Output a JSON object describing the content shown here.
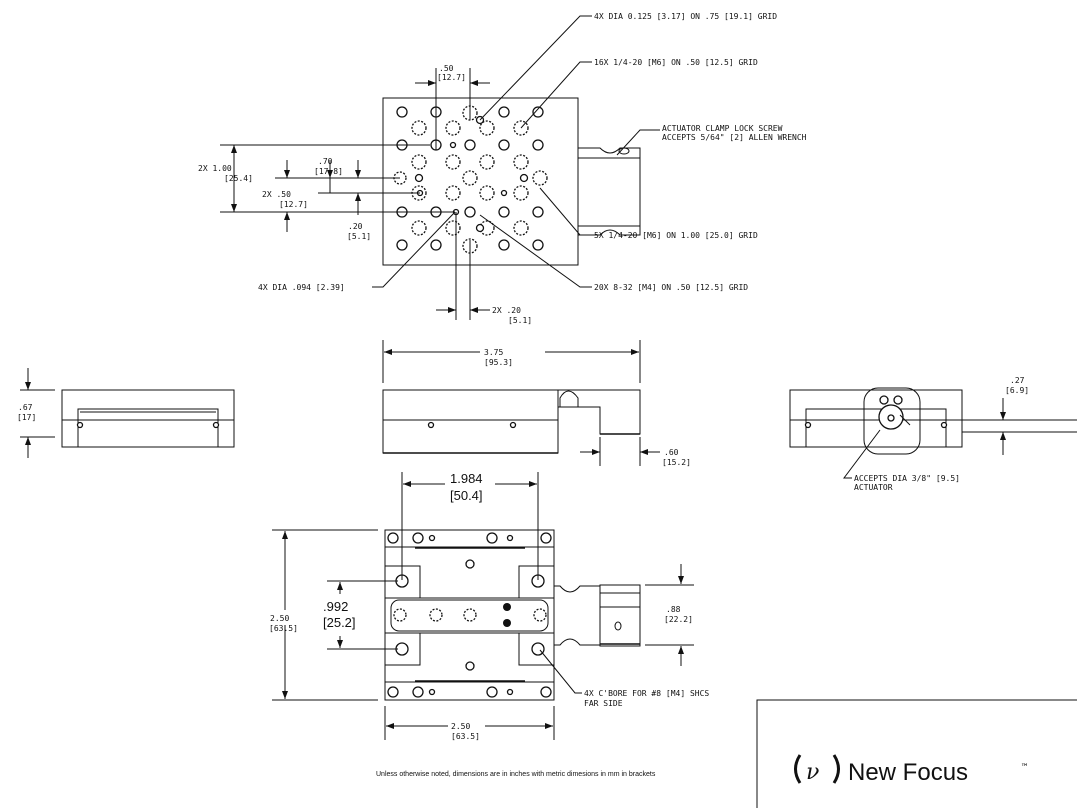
{
  "top_view": {
    "callouts": {
      "dowel_holes": "4X DIA 0.125 [3.17] ON .75 [19.1] GRID",
      "m6_16x": "16X 1/4-20 [M6] ON .50 [12.5] GRID",
      "clamp_lock_1": "ACTUATOR CLAMP LOCK SCREW",
      "clamp_lock_2": "ACCEPTS 5/64\" [2] ALLEN WRENCH",
      "m6_5x": "5X 1/4-20 [M6] ON 1.00 [25.0] GRID",
      "m4_20x": "20X 8-32 [M4] ON .50 [12.5] GRID",
      "dia094": "4X DIA .094 [2.39]"
    },
    "dims": {
      "d50_in": ".50",
      "d50_mm": "[12.7]",
      "d100_in": "2X 1.00",
      "d100_mm": "[25.4]",
      "d70_in": ".70",
      "d70_mm": "[17.8]",
      "d2x50_in": "2X .50",
      "d2x50_mm": "[12.7]",
      "d20_in": ".20",
      "d20_mm": "[5.1]",
      "d2x20_in": "2X .20",
      "d2x20_mm": "[5.1]"
    }
  },
  "side_views": {
    "d67_in": ".67",
    "d67_mm": "[17]",
    "d375_in": "3.75",
    "d375_mm": "[95.3]",
    "d60_in": ".60",
    "d60_mm": "[15.2]",
    "d27_in": ".27",
    "d27_mm": "[6.9]",
    "actuator_1": "ACCEPTS DIA 3/8\" [9.5]",
    "actuator_2": "ACTUATOR"
  },
  "bottom_view": {
    "d1984_in": "1.984",
    "d1984_mm": "[50.4]",
    "d992_in": ".992",
    "d992_mm": "[25.2]",
    "d250v_in": "2.50",
    "d250v_mm": "[63.5]",
    "d250h_in": "2.50",
    "d250h_mm": "[63.5]",
    "d88_in": ".88",
    "d88_mm": "[22.2]",
    "cbore_1": "4X C'BORE FOR #8 [M4] SHCS",
    "cbore_2": "FAR SIDE"
  },
  "footnote": "Unless otherwise noted, dimensions are in inches with metric dimesions in mm in brackets",
  "logo": {
    "brand": "New Focus",
    "tm": "™"
  }
}
